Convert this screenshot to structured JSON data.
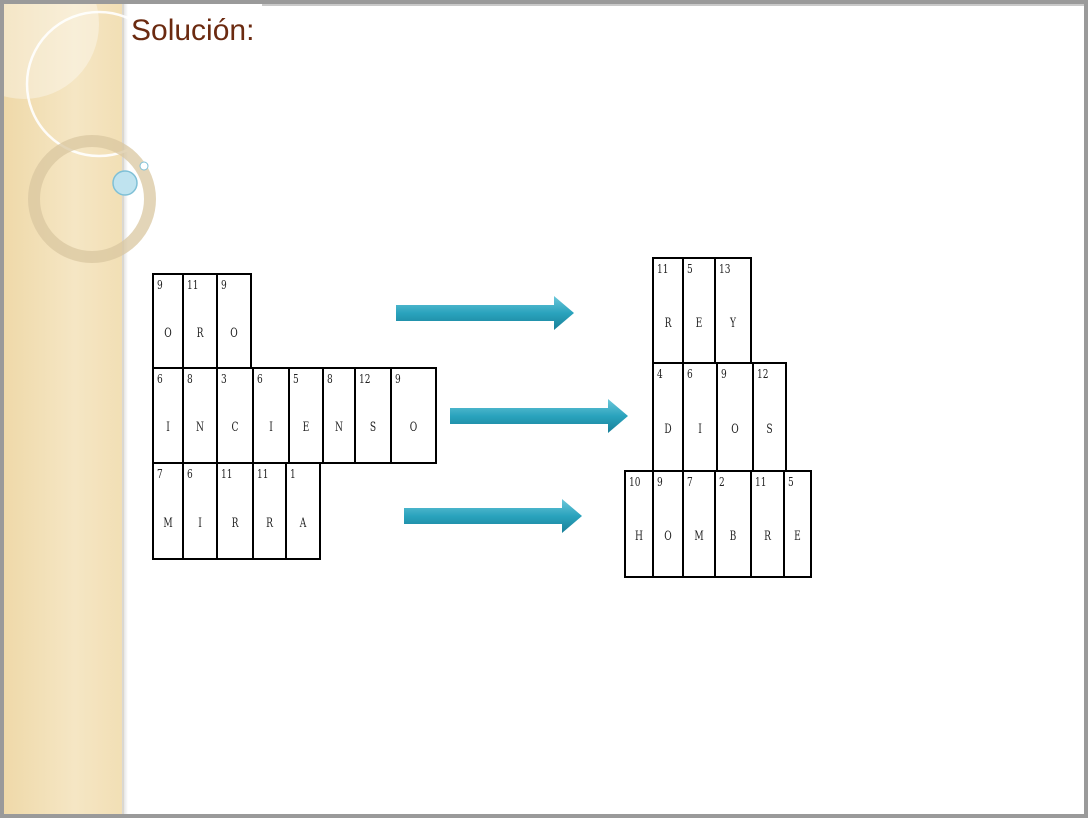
{
  "slide": {
    "title": "Solución:",
    "accent_color": "#1e9bb5"
  },
  "puzzle_left": {
    "rows": [
      {
        "cells": [
          {
            "n": "9",
            "l": "O"
          },
          {
            "n": "11",
            "l": "R"
          },
          {
            "n": "9",
            "l": "O"
          }
        ]
      },
      {
        "cells": [
          {
            "n": "6",
            "l": "I"
          },
          {
            "n": "8",
            "l": "N"
          },
          {
            "n": "3",
            "l": "C"
          },
          {
            "n": "6",
            "l": "I"
          },
          {
            "n": "5",
            "l": "E"
          },
          {
            "n": "8",
            "l": "N"
          },
          {
            "n": "12",
            "l": "S"
          },
          {
            "n": "9",
            "l": "O"
          }
        ]
      },
      {
        "cells": [
          {
            "n": "7",
            "l": "M"
          },
          {
            "n": "6",
            "l": "I"
          },
          {
            "n": "11",
            "l": "R"
          },
          {
            "n": "11",
            "l": "R"
          },
          {
            "n": "1",
            "l": "A"
          }
        ]
      }
    ]
  },
  "puzzle_right": {
    "rows": [
      {
        "cells": [
          {
            "n": "11",
            "l": "R"
          },
          {
            "n": "5",
            "l": "E"
          },
          {
            "n": "13",
            "l": "Y"
          }
        ]
      },
      {
        "cells": [
          {
            "n": "4",
            "l": "D"
          },
          {
            "n": "6",
            "l": "I"
          },
          {
            "n": "9",
            "l": "O"
          },
          {
            "n": "12",
            "l": "S"
          }
        ]
      },
      {
        "cells": [
          {
            "n": "10",
            "l": "H"
          },
          {
            "n": "9",
            "l": "O"
          },
          {
            "n": "7",
            "l": "M"
          },
          {
            "n": "2",
            "l": "B"
          },
          {
            "n": "11",
            "l": "R"
          },
          {
            "n": "5",
            "l": "E"
          }
        ]
      }
    ]
  }
}
